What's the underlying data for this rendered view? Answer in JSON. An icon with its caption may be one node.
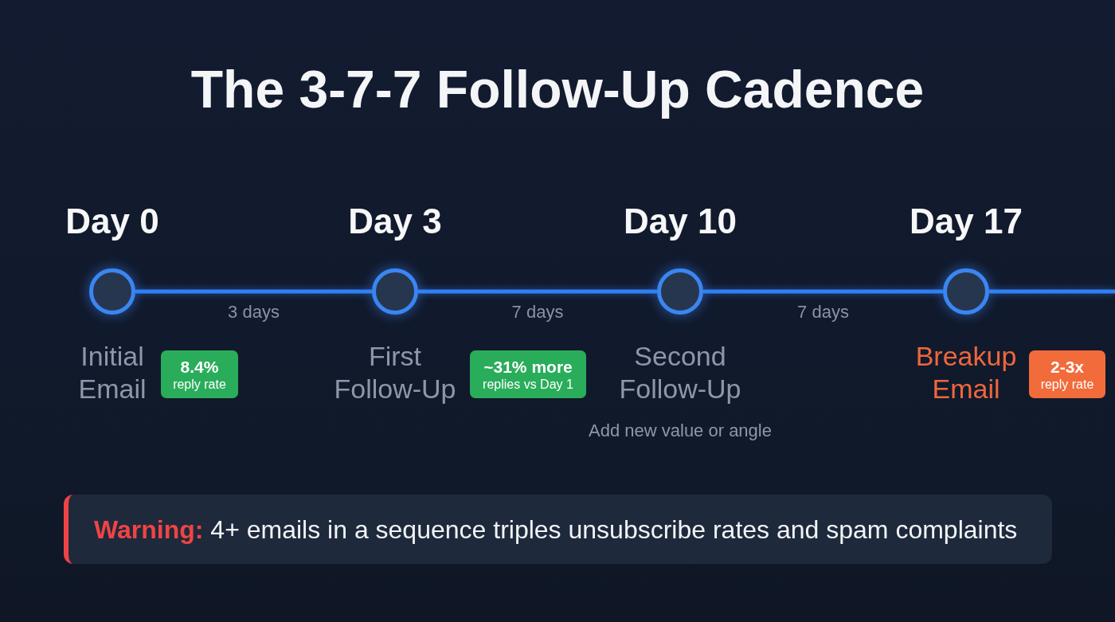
{
  "diagram": {
    "title": "The 3-7-7 Follow-Up Cadence",
    "nodes": [
      {
        "text": [],
        "shape": "circle",
        "beside": [
          "Day 0"
        ]
      },
      {
        "text": [
          "8.4%",
          "reply rate"
        ]
      },
      {
        "text": [],
        "shape": "circle",
        "beside": [
          "Day 3"
        ]
      },
      {
        "text": [
          "~31% more",
          "replies vs Day 1"
        ]
      },
      {
        "text": [],
        "shape": "circle",
        "beside": [
          "Day 10"
        ]
      },
      {
        "text": [],
        "shape": "circle",
        "beside": [
          "Day 17"
        ]
      },
      {
        "text": [
          "2-3x",
          "reply rate"
        ]
      },
      {
        "text": [
          "**Warning:** 4+ emails in a sequence triples unsubscribe rates and spam complaints"
        ]
      }
    ],
    "edges": [
      {
        "from": 0,
        "to": 2,
        "arrow": "none",
        "label": "3 days"
      },
      {
        "from": 2,
        "to": 4,
        "arrow": "none",
        "label": "7 days"
      },
      {
        "from": 4,
        "to": 5,
        "arrow": "none",
        "label": "7 days"
      },
      {
        "from": 5,
        "to": null,
        "arrow": "none"
      }
    ],
    "labels": [
      "Initial Email",
      "First Follow-Up",
      "Second Follow-Up",
      "Breakup Email",
      "Add new value or angle"
    ]
  }
}
